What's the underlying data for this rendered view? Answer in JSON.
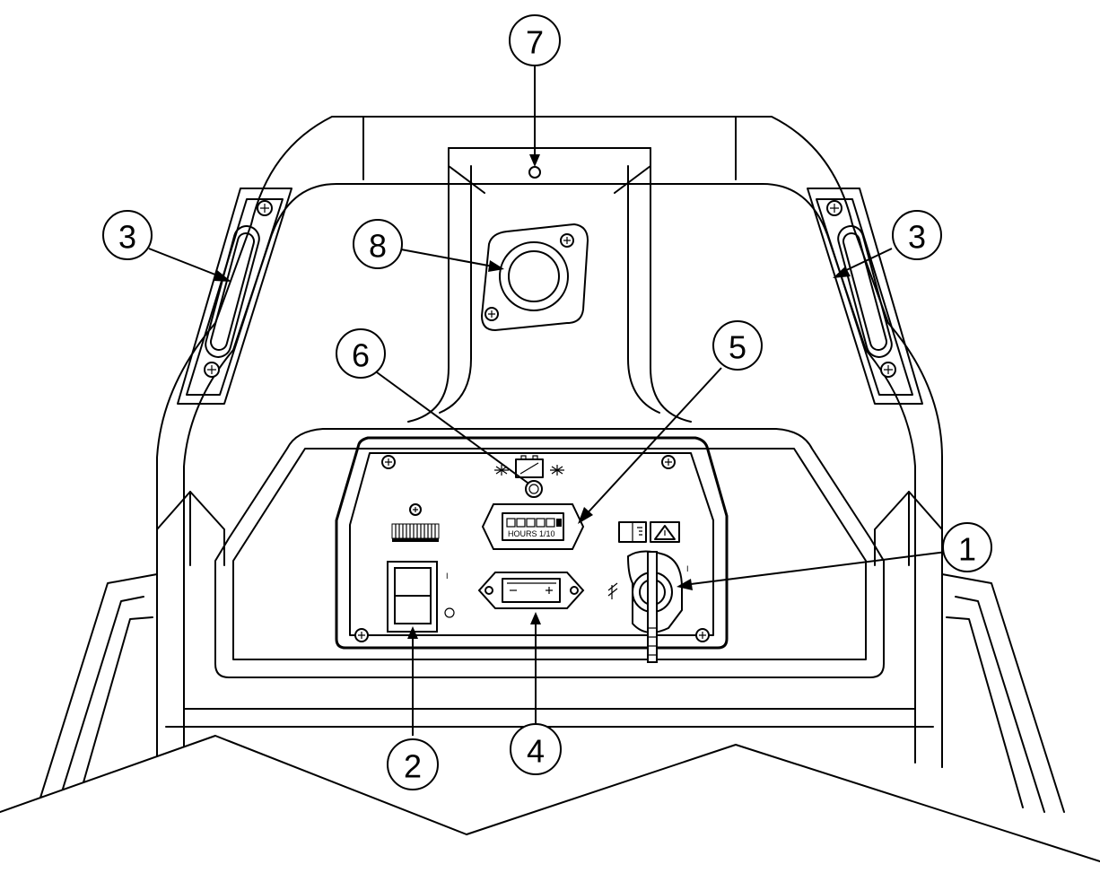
{
  "callouts": [
    {
      "id": "1",
      "label": "1"
    },
    {
      "id": "2",
      "label": "2"
    },
    {
      "id": "3a",
      "label": "3"
    },
    {
      "id": "3b",
      "label": "3"
    },
    {
      "id": "4",
      "label": "4"
    },
    {
      "id": "5",
      "label": "5"
    },
    {
      "id": "6",
      "label": "6"
    },
    {
      "id": "7",
      "label": "7"
    },
    {
      "id": "8",
      "label": "8"
    }
  ],
  "hour_meter": {
    "units_label": "HOURS  1/10"
  },
  "switch_marks": {
    "on": "I",
    "off": "O"
  },
  "key_switch_mark": "I",
  "icons": [
    "battery-indicator-icon",
    "hour-meter-icon",
    "battery-gauge-icon",
    "key-switch-icon",
    "main-power-switch-icon",
    "manual-book-icon",
    "warning-triangle-icon",
    "flat-battery-icon"
  ],
  "colors": {
    "line": "#000000",
    "background": "#ffffff"
  }
}
